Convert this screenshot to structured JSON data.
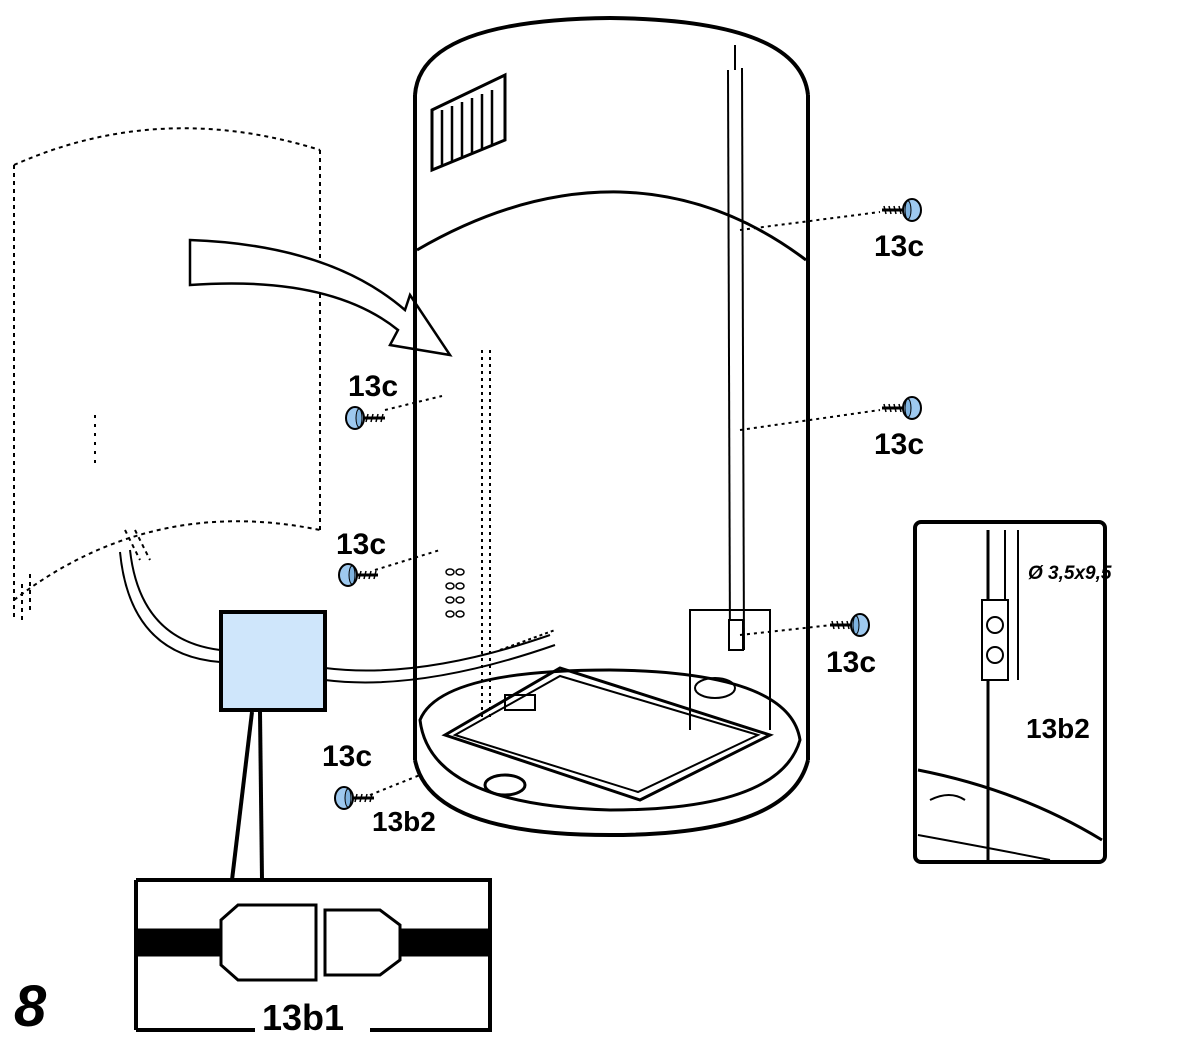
{
  "step_number": "8",
  "screw_label": "13c",
  "bracket_label": "13b2",
  "connector_label": "13b1",
  "screw_spec": "Ø 3,5x9,5",
  "colors": {
    "screw": "#9ec9ef",
    "connector_box": "#cfe6fb",
    "line": "#000000"
  }
}
